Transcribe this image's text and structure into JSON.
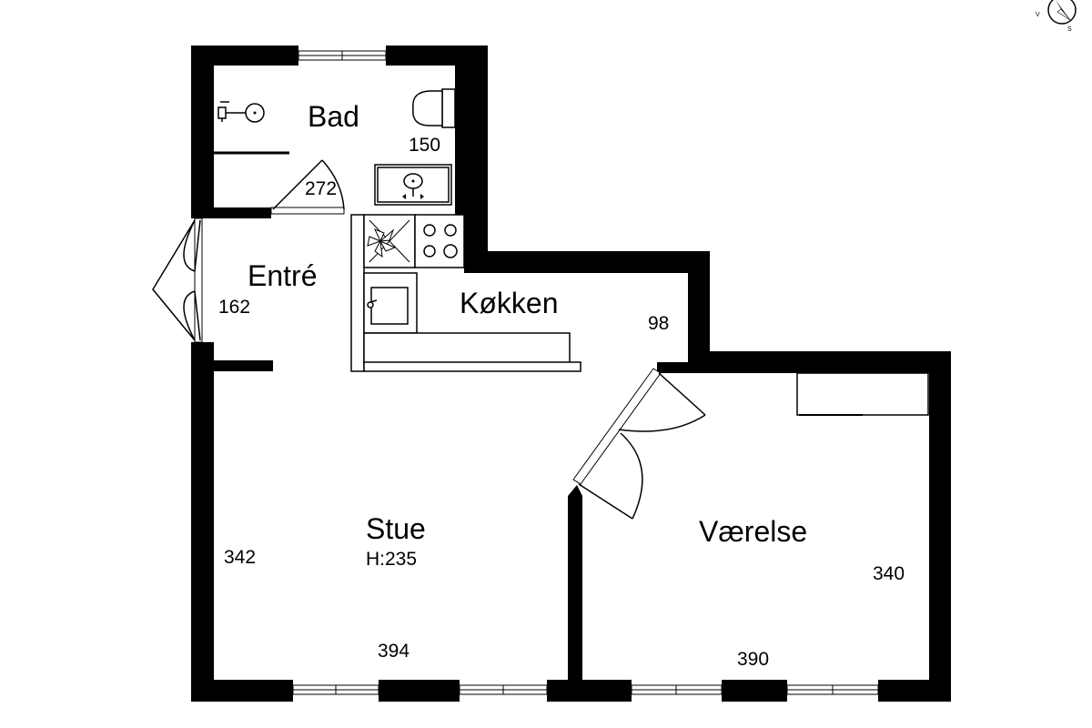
{
  "rooms": {
    "bad": {
      "name": "Bad",
      "dim": "150",
      "door_dim": "272"
    },
    "entre": {
      "name": "Entré",
      "dim": "162"
    },
    "kokken": {
      "name": "Køkken",
      "dim": "98"
    },
    "stue": {
      "name": "Stue",
      "height": "H:235",
      "dim_side": "342",
      "dim_bottom": "394"
    },
    "vaerelse": {
      "name": "Værelse",
      "dim_side": "340",
      "dim_bottom": "390"
    }
  },
  "compass": {
    "labels": [
      "V",
      "S"
    ]
  },
  "colors": {
    "wall": "#000000",
    "background": "#ffffff"
  }
}
